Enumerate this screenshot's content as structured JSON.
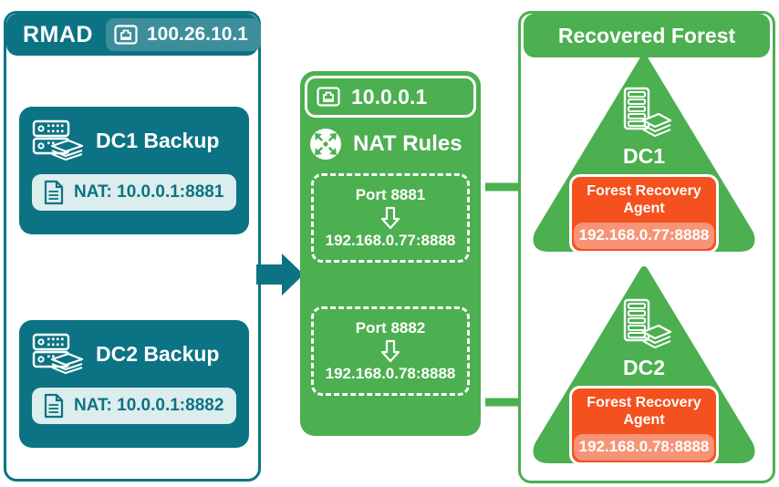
{
  "rmad": {
    "title": "RMAD",
    "ip": "100.26.10.1",
    "ip_icon": "ethernet-port-icon",
    "cards": [
      {
        "title": "DC1 Backup",
        "icon": "server-backup-icon",
        "nat_label": "NAT: 10.0.0.1:8881",
        "nat_icon": "document-icon"
      },
      {
        "title": "DC2 Backup",
        "icon": "server-backup-icon",
        "nat_label": "NAT: 10.0.0.1:8882",
        "nat_icon": "document-icon"
      }
    ]
  },
  "flow_arrow": {
    "icon": "right-block-arrow-icon",
    "color": "#0C7384"
  },
  "nat": {
    "ip": "10.0.0.1",
    "ip_icon": "ethernet-port-icon",
    "rules_label": "NAT Rules",
    "rules_icon": "router-icon",
    "rules": [
      {
        "port": "Port 8881",
        "arrow_icon": "down-arrow-icon",
        "destination": "192.168.0.77:8888"
      },
      {
        "port": "Port 8882",
        "arrow_icon": "down-arrow-icon",
        "destination": "192.168.0.78:8888"
      }
    ]
  },
  "connector_arrows": [
    {
      "icon": "right-arrow-icon",
      "color": "#4CAF50"
    },
    {
      "icon": "right-arrow-icon",
      "color": "#4CAF50"
    }
  ],
  "forest": {
    "title": "Recovered Forest",
    "nodes": [
      {
        "label": "DC1",
        "icon": "server-backup-icon",
        "agent_title": "Forest Recovery Agent",
        "agent_ip": "192.168.0.77:8888"
      },
      {
        "label": "DC2",
        "icon": "server-backup-icon",
        "agent_title": "Forest Recovery Agent",
        "agent_ip": "192.168.0.78:8888"
      }
    ]
  },
  "colors": {
    "teal": "#0C7384",
    "teal_light": "#3D8E9B",
    "mint": "#DCEDED",
    "green": "#4CAF50",
    "orange": "#F4511E",
    "salmon": "#F79477"
  }
}
